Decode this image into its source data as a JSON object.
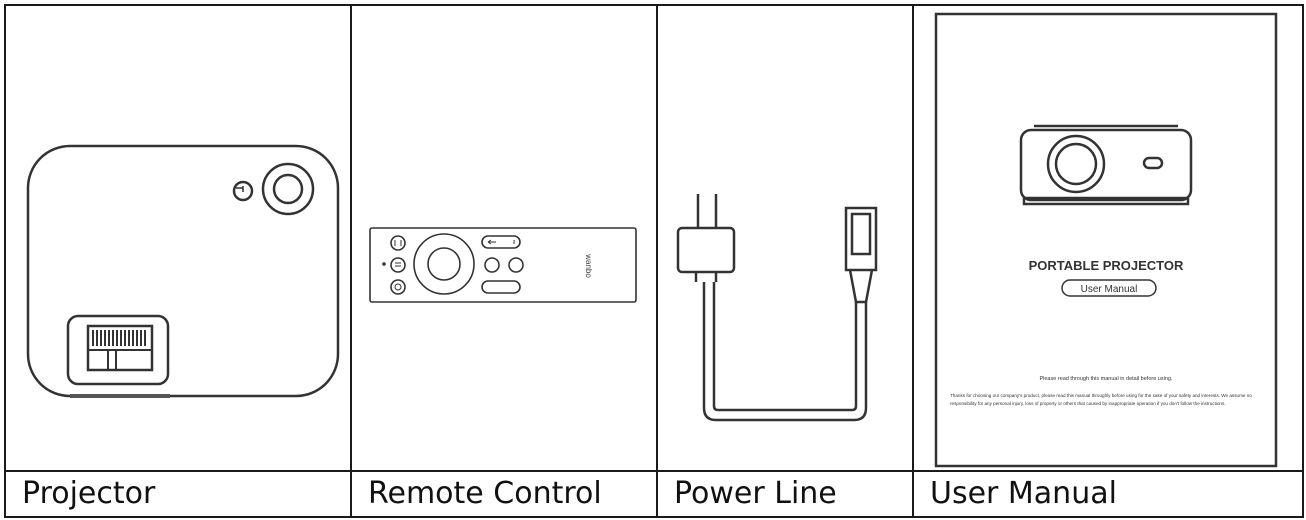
{
  "items": [
    {
      "label": "Projector",
      "icon": "projector-icon"
    },
    {
      "label": "Remote Control",
      "icon": "remote-control-icon"
    },
    {
      "label": "Power Line",
      "icon": "power-line-icon"
    },
    {
      "label": "User Manual",
      "icon": "user-manual-icon"
    }
  ],
  "remote": {
    "brand": "wanbo"
  },
  "manual": {
    "title": "PORTABLE PROJECTOR",
    "subtitle": "User Manual",
    "notice": "Please read through this manual in detail before using.",
    "body": "Thanks for choosing our company's product, please read this manual throughly before using for the sake of your safety and interests. We assume no responsibility for any personal injury, loss of property or others that caused by inappropriate operation if you don't follow the instructions."
  },
  "colors": {
    "border": "#1a1a1a",
    "line_art": "#333333"
  }
}
